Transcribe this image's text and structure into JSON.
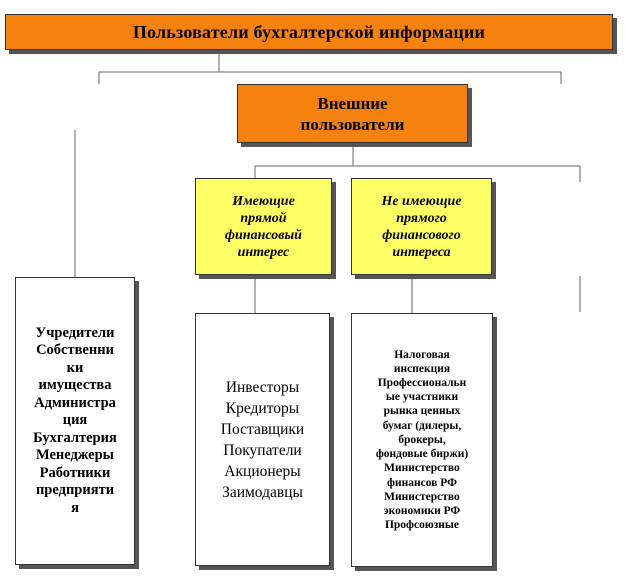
{
  "header": {
    "title": "Пользователи бухгалтерской информации"
  },
  "external": {
    "label_lines": [
      "Внешние",
      "пользователи"
    ]
  },
  "categories": {
    "direct": {
      "label_lines": [
        "Имеющие",
        "прямой",
        "финансовый",
        "интерес"
      ]
    },
    "indirect": {
      "label_lines": [
        "Не имеющие",
        "прямого",
        "финансового",
        "интереса"
      ]
    }
  },
  "internal_users": {
    "items": [
      "Учредители",
      "Собственни",
      "ки",
      "имущества",
      "Администра",
      "ция",
      "Бухгалтерия",
      "Менеджеры",
      "Работники",
      "предприяти",
      "я"
    ]
  },
  "direct_users": {
    "items": [
      "Инвесторы",
      "Кредиторы",
      "Поставщики",
      "Покупатели",
      "Акционеры",
      "Заимодавцы"
    ]
  },
  "indirect_users": {
    "items": [
      "Налоговая",
      "инспекция",
      "Профессиональн",
      "ые участники",
      "рынка ценных",
      "бумаг (дилеры,",
      "брокеры,",
      "фондовые биржи)",
      "Министерство",
      "финансов РФ",
      "Министерство",
      "экономики РФ",
      "Профсоюзные"
    ]
  },
  "colors": {
    "title_bg": "#f5820f",
    "category_bg": "#ffff66",
    "list_bg": "#ffffff"
  }
}
